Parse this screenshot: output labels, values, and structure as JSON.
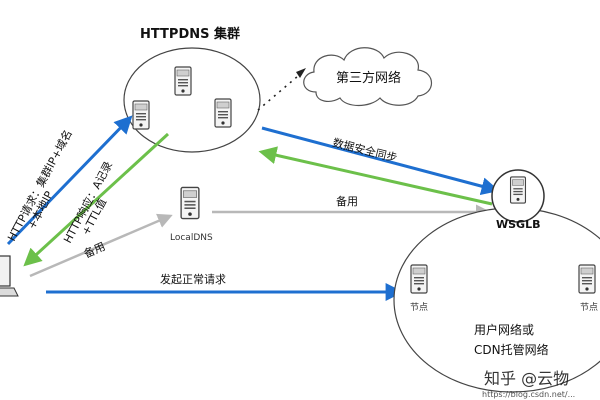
{
  "cluster": {
    "title": "HTTPDNS 集群"
  },
  "third_party": {
    "label": "第三方网络"
  },
  "flows": {
    "data_sync": "数据安全同步",
    "http_request_line1": "HTTP请求：集群IP+域名",
    "http_request_line2": "+本地IP",
    "http_response_line1": "HTTP响应：A记录",
    "http_response_line2": "+TTL值",
    "backup_client": "备用",
    "backup_localdns": "备用",
    "normal_request": "发起正常请求"
  },
  "localdns": {
    "label": "LocalDNS"
  },
  "wsglb": {
    "label": "WSGLB"
  },
  "node_left": {
    "label": "节点"
  },
  "node_right": {
    "label": "节点"
  },
  "user_network": {
    "line1": "用户网络或",
    "line2": "CDN托管网络"
  },
  "watermark": {
    "main": "知乎 @云物",
    "sub": "https://blog.csdn.net/..."
  },
  "colors": {
    "blue": "#1e6fd0",
    "green": "#6cc04a",
    "gray": "#b8b8b8"
  }
}
